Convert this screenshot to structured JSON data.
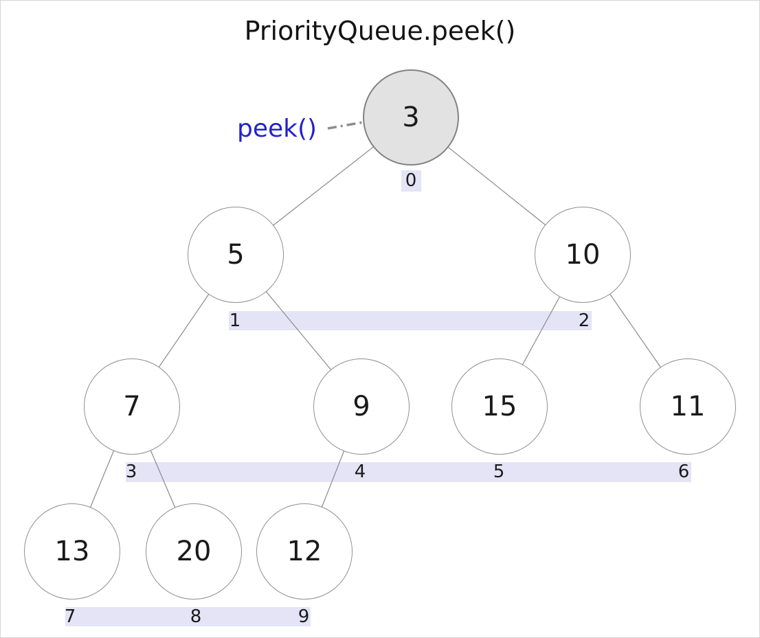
{
  "title": "PriorityQueue.peek()",
  "annotation": {
    "label": "peek()"
  },
  "heap": {
    "description": "binary min-heap shown as tree with array indices",
    "nodes": [
      {
        "value": "3",
        "index": "0",
        "highlighted": true
      },
      {
        "value": "5",
        "index": "1",
        "highlighted": false
      },
      {
        "value": "10",
        "index": "2",
        "highlighted": false
      },
      {
        "value": "7",
        "index": "3",
        "highlighted": false
      },
      {
        "value": "9",
        "index": "4",
        "highlighted": false
      },
      {
        "value": "15",
        "index": "5",
        "highlighted": false
      },
      {
        "value": "11",
        "index": "6",
        "highlighted": false
      },
      {
        "value": "13",
        "index": "7",
        "highlighted": false
      },
      {
        "value": "20",
        "index": "8",
        "highlighted": false
      },
      {
        "value": "12",
        "index": "9",
        "highlighted": false
      }
    ]
  },
  "colors": {
    "highlighted_node_fill": "#e2e2e2",
    "node_border": "#8f8f8f",
    "edge": "#8a8a8a",
    "index_label_bg": "#e4e4f6",
    "annotation_text": "#2222cc",
    "arrow": "#8c8c8c"
  }
}
